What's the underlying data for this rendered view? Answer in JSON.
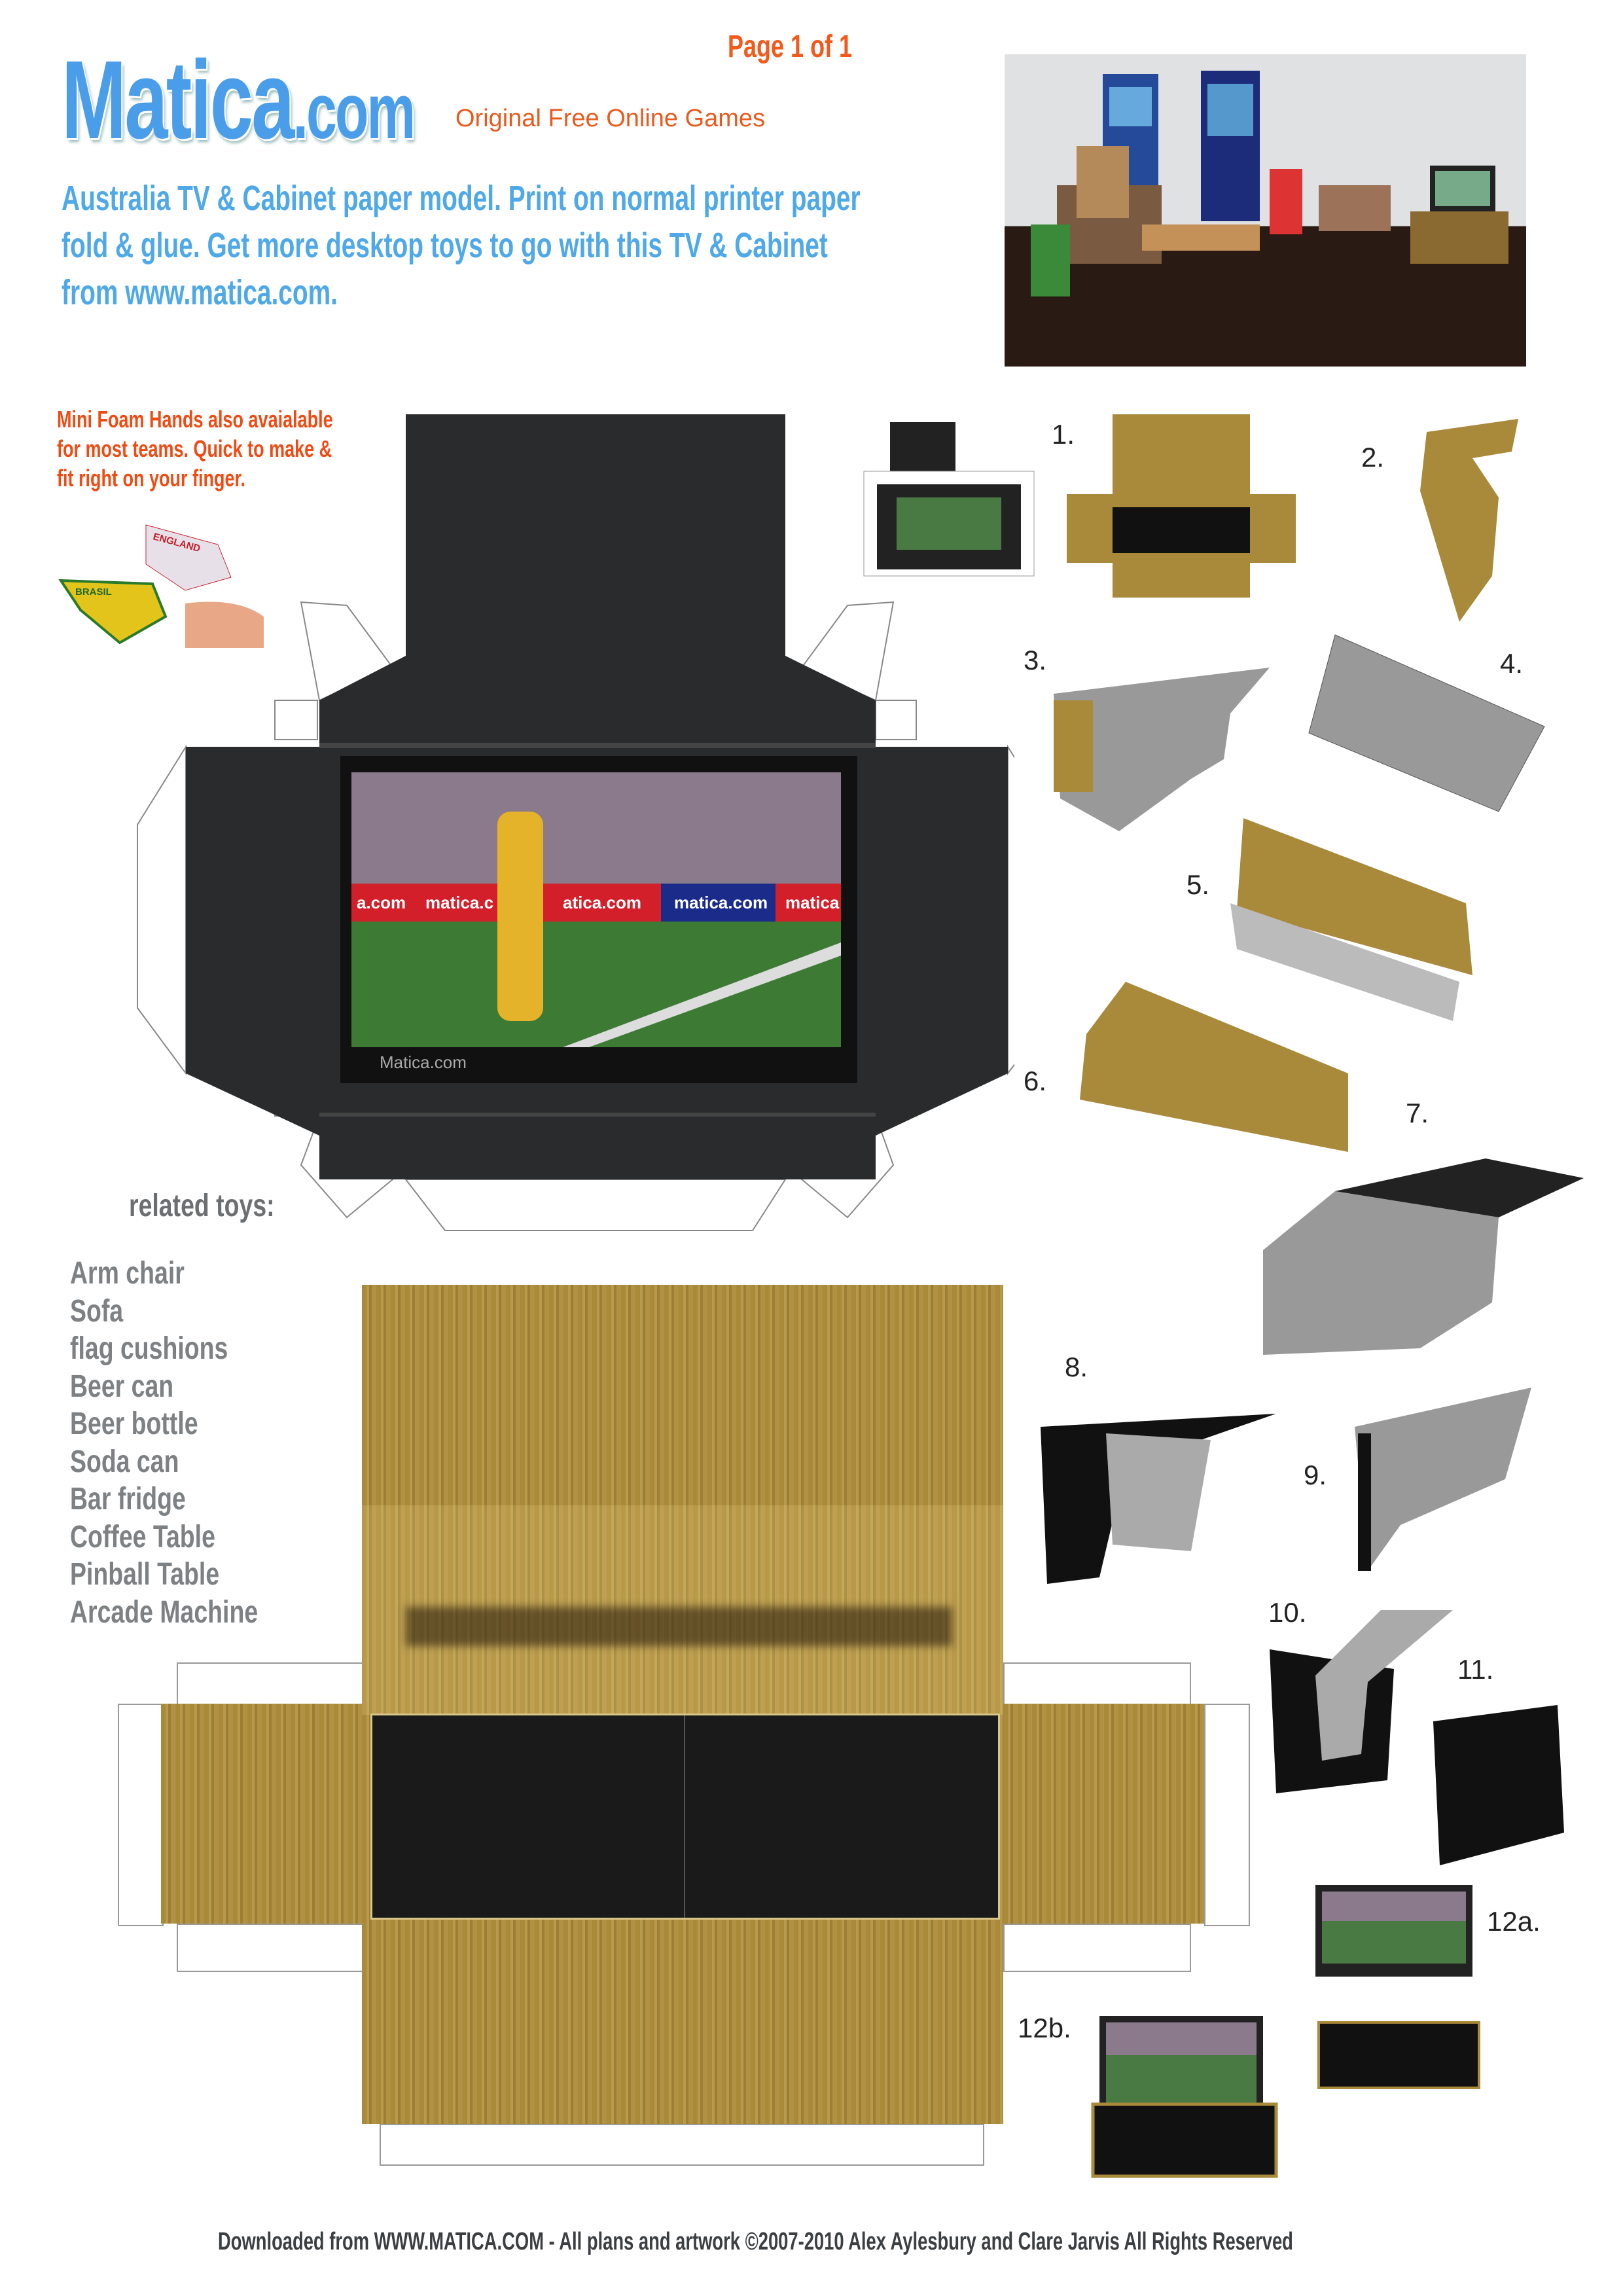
{
  "header": {
    "page_label": "Page 1 of 1",
    "logo_text": "Matica",
    "logo_suffix": ".com",
    "tagline": "Original Free Online Games",
    "description": [
      "Australia TV & Cabinet paper model. Print on normal printer paper",
      "fold & glue. Get more desktop toys to go with this TV & Cabinet",
      "from www.matica.com."
    ]
  },
  "promo": {
    "lines": [
      "Mini Foam Hands also avaialable",
      "for most teams. Quick to make &",
      "fit right on your finger."
    ],
    "hand_labels": [
      "ENGLAND",
      "BRASIL"
    ]
  },
  "tv_net": {
    "screen_brand": "Matica.com",
    "banners": [
      "a.com",
      "matica.c",
      "atica.com",
      "matica.com",
      "matica"
    ]
  },
  "related": {
    "title": "related toys:",
    "items": [
      "Arm chair",
      "Sofa",
      "flag cushions",
      "Beer can",
      "Beer bottle",
      "Soda can",
      "Bar fridge",
      "Coffee Table",
      "Pinball Table",
      "Arcade Machine"
    ]
  },
  "steps": [
    "1.",
    "2.",
    "3.",
    "4.",
    "5.",
    "6.",
    "7.",
    "8.",
    "9.",
    "10.",
    "11.",
    "12a.",
    "12b."
  ],
  "footer": "Downloaded from WWW.MATICA.COM - All plans and artwork ©2007-2010 Alex Aylesbury and Clare Jarvis All Rights Reserved",
  "colors": {
    "orange": "#f2591b",
    "blue": "#4fa9e8",
    "wood": "#a9893a",
    "black": "#2a2b2c"
  }
}
